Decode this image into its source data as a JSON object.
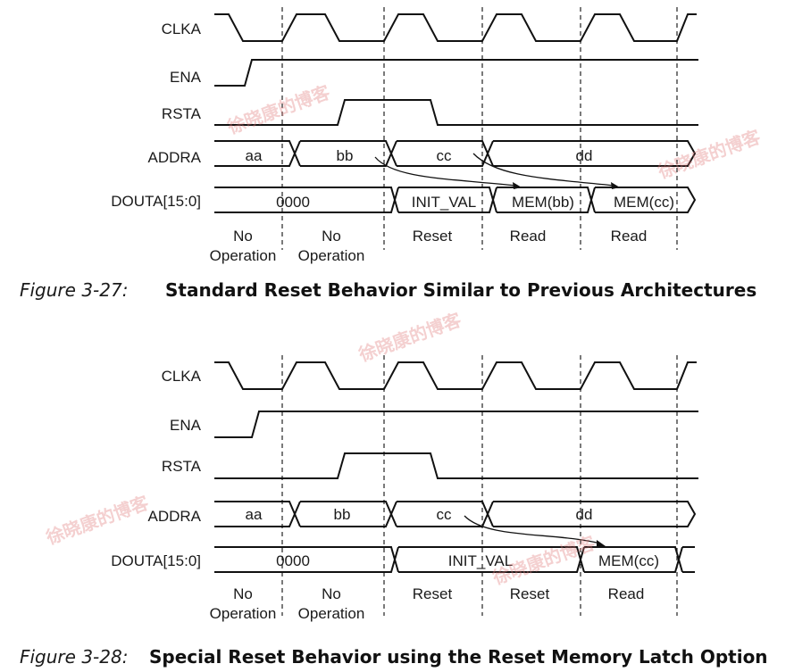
{
  "figures": [
    {
      "id": "fig27",
      "number": "Figure 3-27:",
      "title": "Standard Reset Behavior Similar to Previous Architectures",
      "signals": [
        "CLKA",
        "ENA",
        "RSTA",
        "ADDRA",
        "DOUTA[15:0]"
      ],
      "addra_values": [
        "aa",
        "bb",
        "cc",
        "dd"
      ],
      "douta_values": [
        "0000",
        "INIT_VAL",
        "MEM(bb)",
        "MEM(cc)"
      ],
      "ops": [
        [
          "No",
          "Operation"
        ],
        [
          "No",
          "Operation"
        ],
        [
          "Reset"
        ],
        [
          "Read"
        ],
        [
          "Read"
        ]
      ]
    },
    {
      "id": "fig28",
      "number": "Figure 3-28:",
      "title": "Special Reset Behavior using the Reset Memory Latch Option",
      "signals": [
        "CLKA",
        "ENA",
        "RSTA",
        "ADDRA",
        "DOUTA[15:0]"
      ],
      "addra_values": [
        "aa",
        "bb",
        "cc",
        "dd"
      ],
      "douta_values": [
        "0000",
        "INIT_VAL",
        "MEM(cc)"
      ],
      "ops": [
        [
          "No",
          "Operation"
        ],
        [
          "No",
          "Operation"
        ],
        [
          "Reset"
        ],
        [
          "Reset"
        ],
        [
          "Read"
        ]
      ]
    }
  ],
  "watermark": "徐晓康的博客"
}
